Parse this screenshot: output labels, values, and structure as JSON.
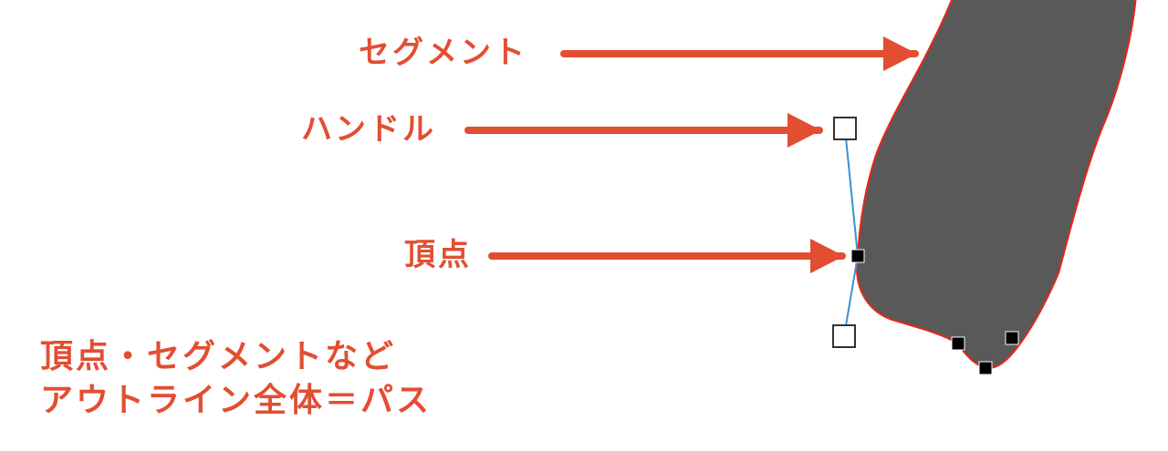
{
  "colors": {
    "accent": "#e24e32",
    "shape_fill": "#595959",
    "outline": "#e8261a",
    "handle_line": "#3d8fd1",
    "node": "#000000",
    "background": "#ffffff"
  },
  "labels": {
    "segment": "セグメント",
    "handle": "ハンドル",
    "vertex": "頂点"
  },
  "caption": {
    "line1": "頂点・セグメントなど",
    "line2": "アウトライン全体＝パス"
  }
}
